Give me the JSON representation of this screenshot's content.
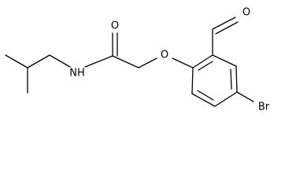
{
  "structure": {
    "atoms": {
      "amide_oxygen": "O",
      "amide_nitrogen": "NH",
      "ether_oxygen": "O",
      "aldehyde_oxygen": "O",
      "bromine": "Br"
    }
  }
}
